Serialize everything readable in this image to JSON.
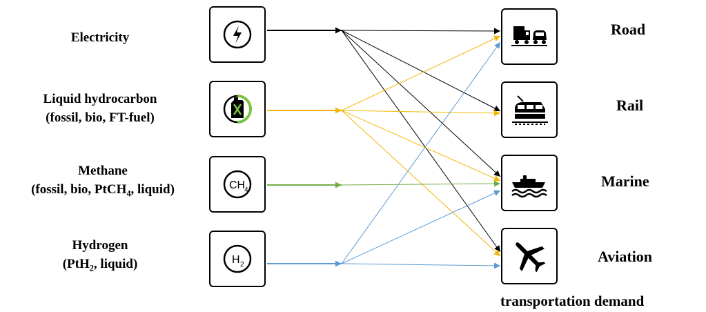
{
  "sources": [
    {
      "id": "electricity",
      "line1": "Electricity",
      "line2": "",
      "color": "#000000"
    },
    {
      "id": "liquid",
      "line1": "Liquid hydrocarbon",
      "line2": "(fossil, bio, FT-fuel)",
      "color": "#f2b705"
    },
    {
      "id": "methane",
      "line1": "Methane",
      "line2_pre": "(fossil, bio, PtCH",
      "line2_sub": "4",
      "line2_post": ", liquid)",
      "color": "#70ad47"
    },
    {
      "id": "hydrogen",
      "line1": "Hydrogen",
      "line2_pre": "(PtH",
      "line2_sub": "2",
      "line2_post": ", liquid)",
      "color": "#5b9bd5"
    }
  ],
  "icons": {
    "methane": {
      "main": "CH",
      "sub": "4"
    },
    "hydrogen": {
      "main": "H",
      "sub": "2"
    }
  },
  "demands": [
    {
      "id": "road",
      "label": "Road"
    },
    {
      "id": "rail",
      "label": "Rail"
    },
    {
      "id": "marine",
      "label": "Marine"
    },
    {
      "id": "aviation",
      "label": "Aviation"
    }
  ],
  "demand_title": "transportation demand",
  "flows": [
    {
      "from": "electricity",
      "to": [
        "road",
        "rail",
        "marine",
        "aviation"
      ]
    },
    {
      "from": "liquid",
      "to": [
        "road",
        "rail",
        "marine",
        "aviation"
      ]
    },
    {
      "from": "methane",
      "to": [
        "marine"
      ]
    },
    {
      "from": "hydrogen",
      "to": [
        "road",
        "marine",
        "aviation"
      ]
    }
  ]
}
